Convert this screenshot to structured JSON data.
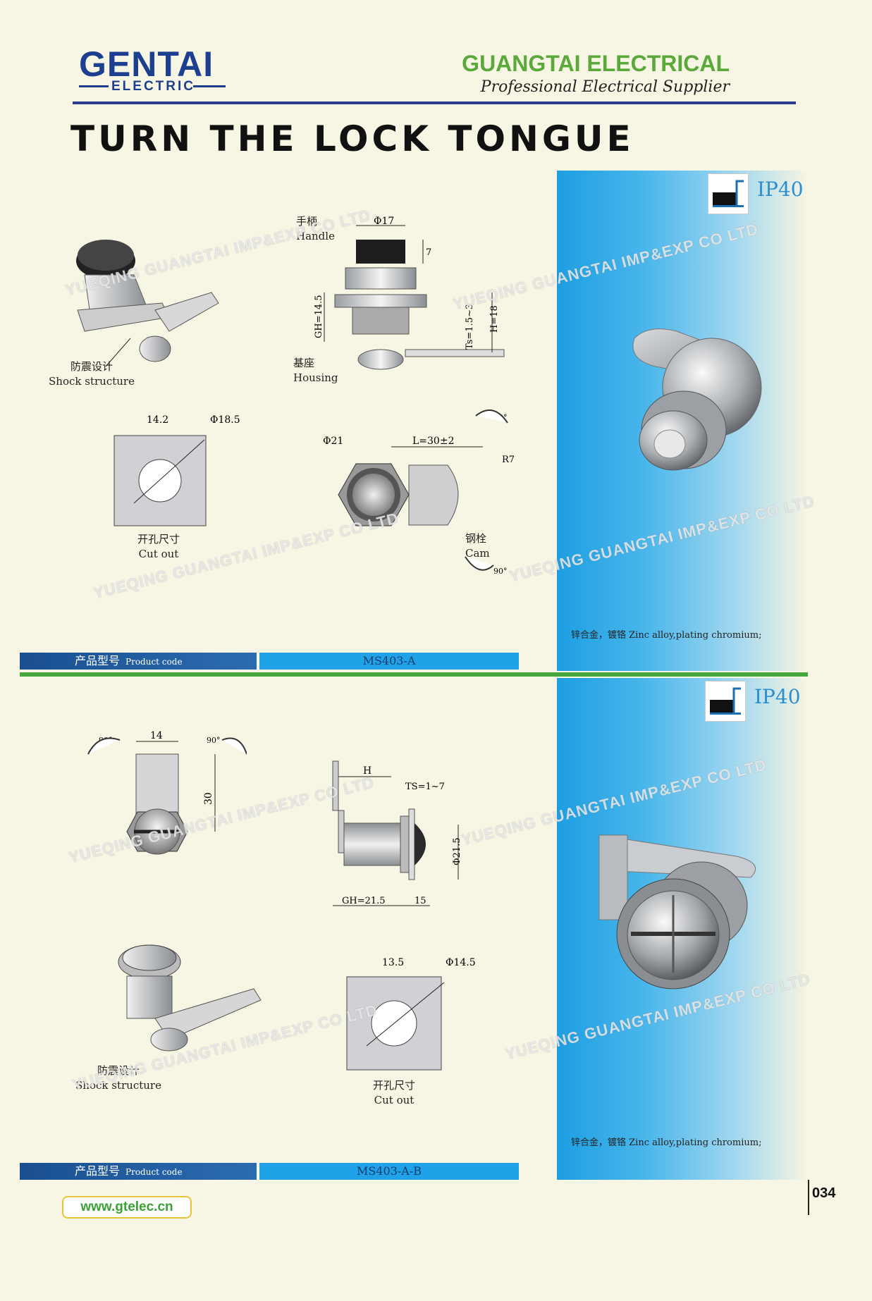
{
  "logo": {
    "main": "GENTAI",
    "sub": "ELECTRIC"
  },
  "brand": {
    "name": "GUANGTAI ELECTRICAL",
    "tagline": "Professional Electrical Supplier"
  },
  "page_title": "TURN THE LOCK TONGUE",
  "watermark": "YUEQING GUANGTAI IMP&EXP CO LTD",
  "product1": {
    "ip_rating": "IP40",
    "material": "锌合金，镀铬 Zinc alloy,plating chromium;",
    "code_label_cn": "产品型号",
    "code_label_en": "Product code",
    "code": "MS403-A",
    "labels": {
      "shock_cn": "防震设计",
      "shock_en": "Shock structure",
      "handle_cn": "手柄",
      "handle_en": "Handle",
      "housing_cn": "基座",
      "housing_en": "Housing",
      "cutout_cn": "开孔尺寸",
      "cutout_en": "Cut out",
      "cam_cn": "钢栓",
      "cam_en": "Cam"
    },
    "dims": {
      "phi17": "Φ17",
      "h7": "7",
      "gh": "GH=14.5",
      "ts": "Ts=1.5~3",
      "h18": "H=18",
      "cut_w": "14.2",
      "cut_d": "Φ18.5",
      "d21": "Φ21",
      "len": "L=30±2",
      "r7": "R7",
      "angle": "90°"
    }
  },
  "product2": {
    "ip_rating": "IP40",
    "material": "锌合金，镀铬 Zinc alloy,plating chromium;",
    "code_label_cn": "产品型号",
    "code_label_en": "Product code",
    "code": "MS403-A-B",
    "labels": {
      "shock_cn": "防震设计",
      "shock_en": "Shock structure",
      "cutout_cn": "开孔尺寸",
      "cutout_en": "Cut out"
    },
    "dims": {
      "w14": "14",
      "h30": "30",
      "angle": "90°",
      "h": "H",
      "ts": "TS=1~7",
      "d215": "Φ21.5",
      "gh": "GH=21.5",
      "l15": "15",
      "cut_w": "13.5",
      "cut_d": "Φ14.5"
    }
  },
  "footer": {
    "url": "www.gtelec.cn",
    "page": "034"
  }
}
